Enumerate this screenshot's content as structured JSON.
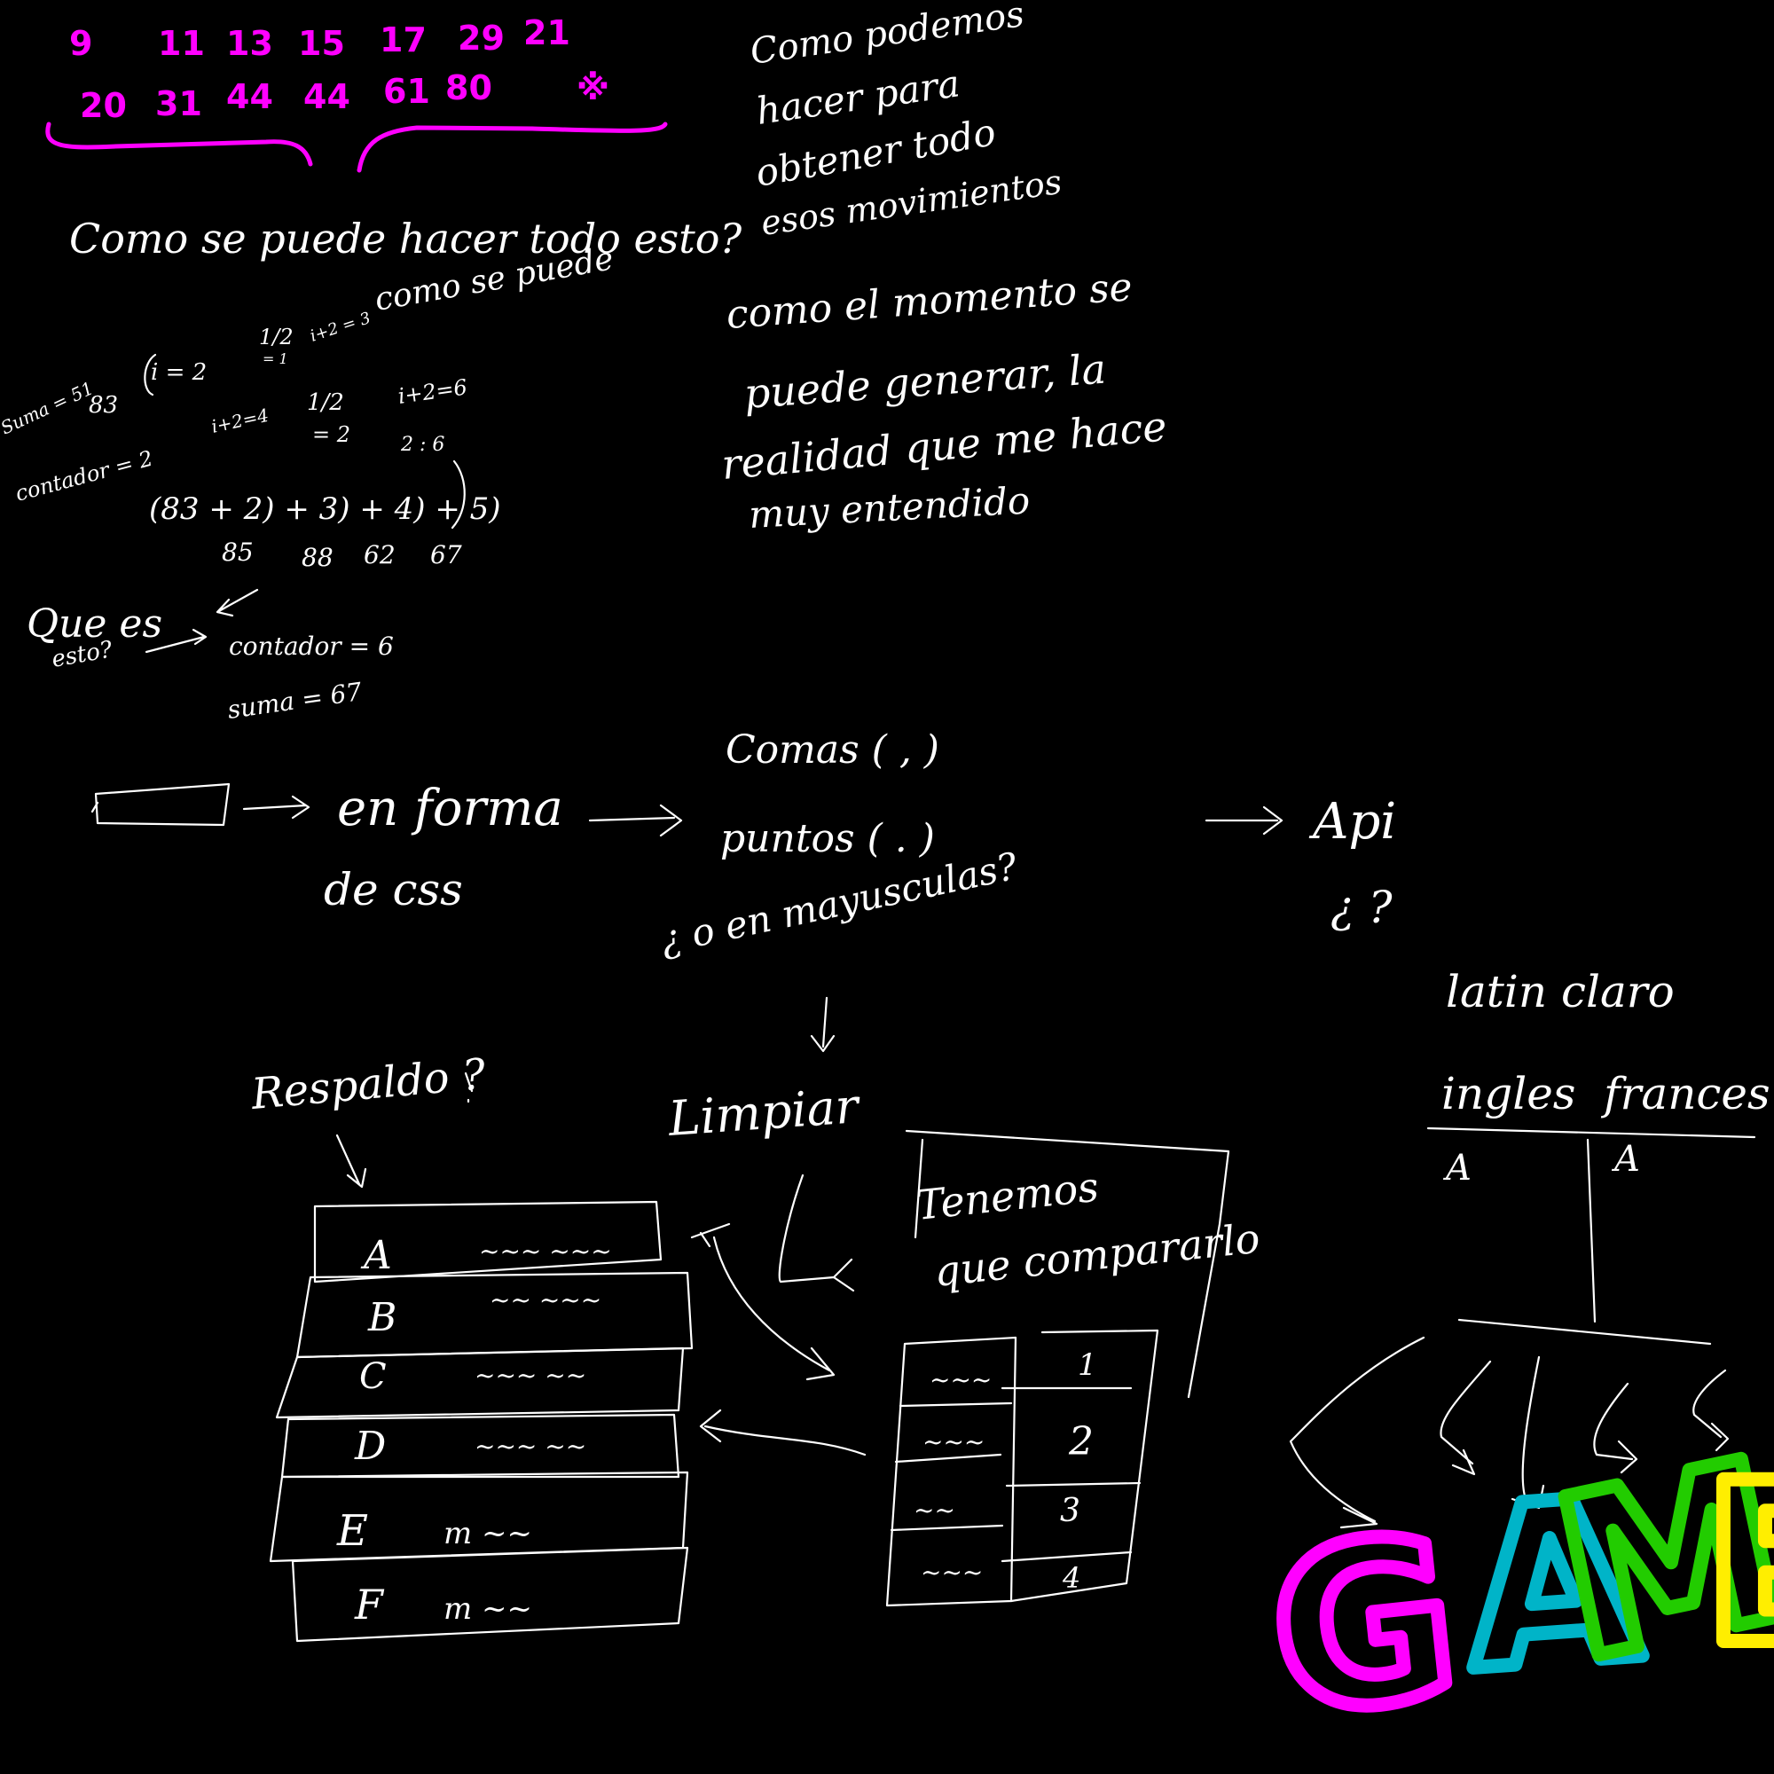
{
  "colors": {
    "background": "#000000",
    "ink": "#ffffff",
    "magenta": "#ff00ff",
    "game_g": "#ff00ff",
    "game_a": "#00b4c8",
    "game_m": "#22cc00",
    "game_e": "#ffee00"
  },
  "magenta_numbers": {
    "row1": [
      "9",
      "11",
      "13",
      "15",
      "17",
      "29",
      "21"
    ],
    "row2": [
      "20",
      "31",
      "44",
      "44",
      "61",
      "80",
      "※"
    ]
  },
  "notes": {
    "como_se_puede_hacer": "Como se puede hacer todo esto?",
    "como_se_puede": "como se puede",
    "como_podemos_1": "Como podemos",
    "como_podemos_2": "hacer para",
    "como_podemos_3": "obtener todo",
    "como_podemos_4": "esos movimientos",
    "momento_1": "como el momento se",
    "momento_2": "puede generar, la",
    "momento_3": "realidad que me hace",
    "momento_4": "muy entendido"
  },
  "math": {
    "suma": "Suma = 51",
    "suma_83": "83",
    "i_eq_2": "i = 2",
    "half_1": "1/2",
    "half_1_sub": "= 1",
    "i_plus_2_top": "i+2 = 3",
    "i_plus_2_4": "i+2=4",
    "half_2": "1/2",
    "half_2_sub": "= 2",
    "i_plus_2_6": "i+2=6",
    "side_nums": "2 : 6",
    "contador": "contador = 2",
    "expression": "(83 + 2) + 3) + 4) + 5)",
    "partials": [
      "85",
      "88",
      "62",
      "67"
    ],
    "que_es": "Que es",
    "esto": "esto?",
    "contador_6": "contador = 6",
    "suma_67": "suma = 67"
  },
  "flow": {
    "forma_1": "en forma",
    "forma_2": "de css",
    "comas": "Comas ( , )",
    "puntos": "puntos ( . )",
    "mayusculas": "¿ o en mayusculas?",
    "api": "Api",
    "api_q": "¿ ?",
    "limpiar": "Limpiar",
    "tenemos_1": "Tenemos",
    "tenemos_2": "que compararlo",
    "respaldo": "Respaldo ?"
  },
  "stack": [
    {
      "letter": "A",
      "mark": "~~~   ~~~"
    },
    {
      "letter": "B",
      "mark": "~~   ~~~"
    },
    {
      "letter": "C",
      "mark": "~~~   ~~"
    },
    {
      "letter": "D",
      "mark": "~~~   ~~"
    },
    {
      "letter": "E",
      "mark": "m   ~~"
    },
    {
      "letter": "F",
      "mark": "m   ~~"
    }
  ],
  "table": {
    "rows": [
      {
        "left": "~~~",
        "right": "1"
      },
      {
        "left": "~~~",
        "right": "2"
      },
      {
        "left": "~~",
        "right": "3"
      },
      {
        "left": "~~~",
        "right": "4"
      }
    ]
  },
  "languages": {
    "top": "latin claro",
    "left": "ingles",
    "right": "frances",
    "left_letter": "A",
    "right_letter": "A"
  },
  "game": {
    "g": "G",
    "a": "A",
    "m": "M",
    "e": "E"
  }
}
